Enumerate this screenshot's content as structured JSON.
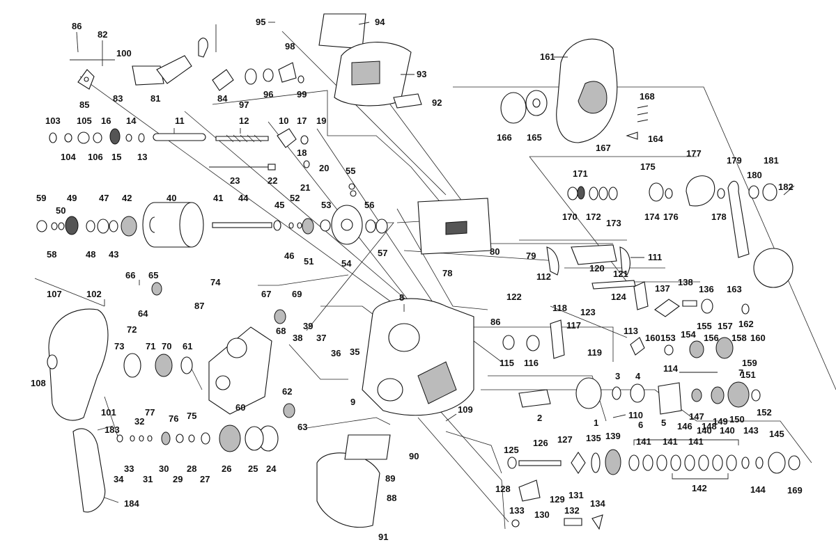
{
  "diagram": {
    "title": "Fishing reel exploded parts diagram",
    "labels": [
      "1",
      "2",
      "3",
      "4",
      "5",
      "6",
      "7",
      "8",
      "9",
      "10",
      "11",
      "12",
      "13",
      "14",
      "15",
      "16",
      "17",
      "18",
      "19",
      "20",
      "21",
      "22",
      "23",
      "24",
      "25",
      "26",
      "27",
      "28",
      "29",
      "30",
      "31",
      "32",
      "33",
      "34",
      "35",
      "36",
      "37",
      "38",
      "39",
      "40",
      "41",
      "42",
      "43",
      "44",
      "45",
      "46",
      "47",
      "48",
      "49",
      "50",
      "51",
      "52",
      "53",
      "54",
      "55",
      "56",
      "57",
      "58",
      "59",
      "60",
      "61",
      "62",
      "63",
      "64",
      "65",
      "66",
      "67",
      "68",
      "69",
      "70",
      "71",
      "72",
      "73",
      "74",
      "75",
      "76",
      "77",
      "78",
      "79",
      "80",
      "81",
      "82",
      "83",
      "84",
      "85",
      "86",
      "86",
      "87",
      "88",
      "89",
      "90",
      "91",
      "92",
      "93",
      "94",
      "95",
      "96",
      "97",
      "98",
      "99",
      "100",
      "101",
      "102",
      "103",
      "104",
      "105",
      "106",
      "107",
      "108",
      "109",
      "110",
      "111",
      "112",
      "113",
      "114",
      "115",
      "116",
      "117",
      "118",
      "119",
      "120",
      "121",
      "122",
      "123",
      "124",
      "125",
      "126",
      "127",
      "128",
      "129",
      "130",
      "131",
      "132",
      "133",
      "134",
      "135",
      "136",
      "137",
      "138",
      "139",
      "140",
      "140",
      "141",
      "141",
      "141",
      "142",
      "143",
      "144",
      "145",
      "146",
      "147",
      "148",
      "149",
      "150",
      "151",
      "152",
      "153",
      "154",
      "155",
      "156",
      "157",
      "158",
      "159",
      "160",
      "160",
      "161",
      "162",
      "163",
      "164",
      "165",
      "166",
      "167",
      "168",
      "169",
      "170",
      "171",
      "172",
      "173",
      "174",
      "175",
      "176",
      "177",
      "178",
      "179",
      "180",
      "181",
      "182",
      "183",
      "184"
    ]
  }
}
